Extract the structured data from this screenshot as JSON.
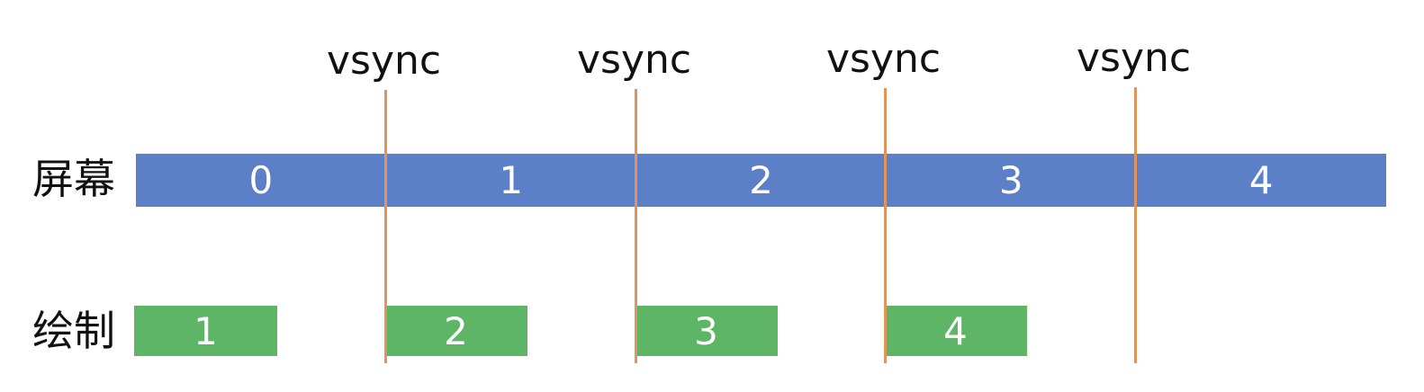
{
  "rows": {
    "screen_label": "屏幕",
    "draw_label": "绘制"
  },
  "screen_frames": [
    "0",
    "1",
    "2",
    "3",
    "4"
  ],
  "draw_frames": [
    "1",
    "2",
    "3",
    "4"
  ],
  "vsync_labels": [
    "vsync",
    "vsync",
    "vsync",
    "vsync"
  ],
  "colors": {
    "screen_fill": "#5b80c8",
    "draw_fill": "#5db565",
    "vsync_line": "#e0945a",
    "label_text": "#111111",
    "frame_text": "#ffffff"
  }
}
